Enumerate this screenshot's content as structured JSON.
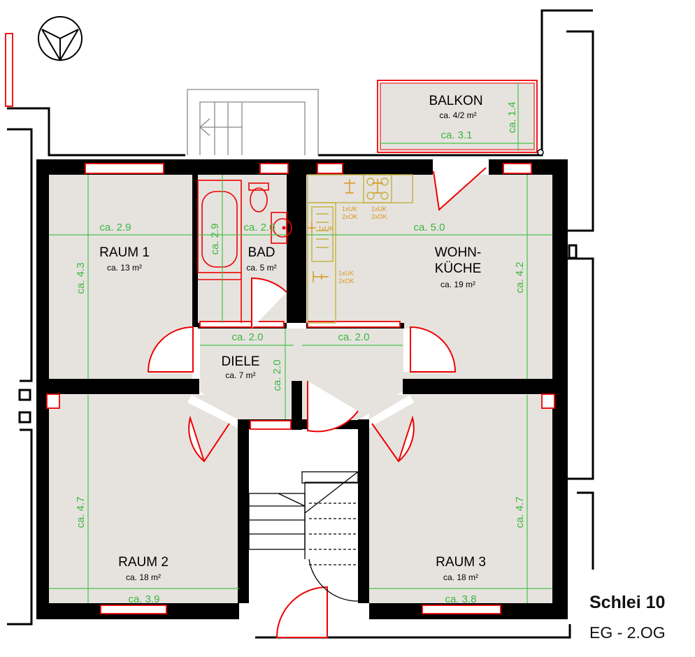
{
  "building": {
    "name": "Schlei 10",
    "floors": "EG - 2.OG"
  },
  "rooms": {
    "balkon": {
      "name": "BALKON",
      "area": "ca. 4/2 m²",
      "dim_w": "ca. 3.1",
      "dim_h": "ca. 1.4"
    },
    "raum1": {
      "name": "RAUM 1",
      "area": "ca. 13 m²",
      "dim_w": "ca. 2.9",
      "dim_h": "ca. 4.3"
    },
    "bad": {
      "name": "BAD",
      "area": "ca. 5 m²",
      "dim_w": "ca. 2.0",
      "dim_h": "ca. 2.9"
    },
    "wohnkueche": {
      "name_line1": "WOHN-",
      "name_line2": "KÜCHE",
      "area": "ca. 19 m²",
      "dim_w": "ca. 5.0",
      "dim_h": "ca. 4.2"
    },
    "diele": {
      "name": "DIELE",
      "area": "ca. 7 m²",
      "dim_w1": "ca. 2.0",
      "dim_w2": "ca. 2.0",
      "dim_h": "ca. 2.0"
    },
    "raum2": {
      "name": "RAUM 2",
      "area": "ca. 18 m²",
      "dim_w": "ca. 3.9",
      "dim_h": "ca. 4.7"
    },
    "raum3": {
      "name": "RAUM 3",
      "area": "ca. 18 m²",
      "dim_w": "ca. 3.8",
      "dim_h": "ca. 4.7"
    }
  },
  "kitchen_labels": {
    "sink_a_1": "1xUK",
    "sink_a_2": "2xOK",
    "sink_b_1": "1xUK",
    "sink_b_2": "2xOK",
    "counter": "1xUK",
    "lower_1": "1xUK",
    "lower_2": "2xOK"
  },
  "colors": {
    "dimension": "#47c347",
    "openings": "#e00000",
    "kitchen": "#c2b23a",
    "room_fill": "#e6e3df"
  }
}
